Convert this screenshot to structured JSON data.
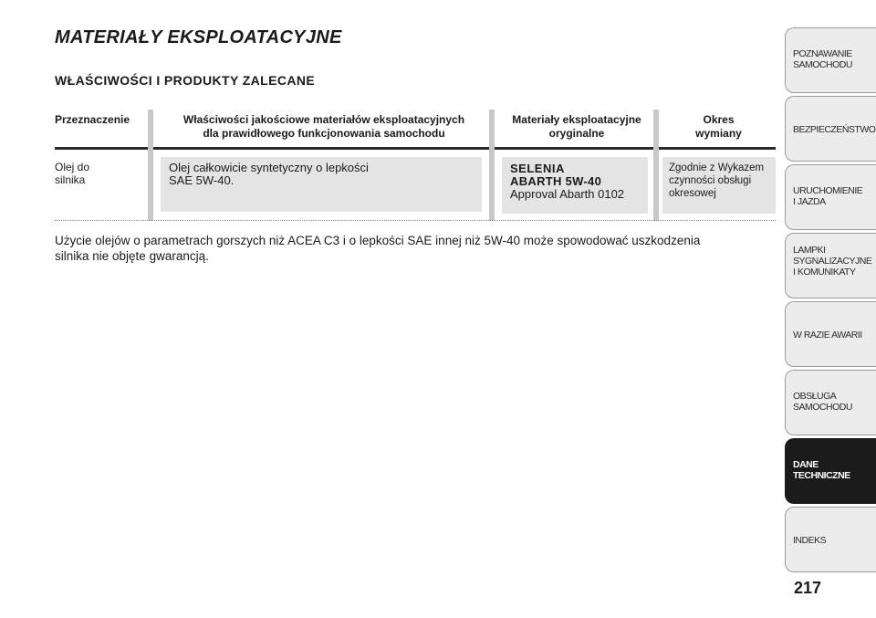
{
  "page_title": "MATERIAŁY EKSPLOATACYJNE",
  "section_title": "WŁAŚCIWOŚCI I PRODUKTY ZALECANE",
  "table": {
    "headers": {
      "purpose": "Przeznaczenie",
      "properties_line1": "Właściwości jakościowe materiałów eksploatacyjnych",
      "properties_line2": "dla prawidłowego funkcjonowania samochodu",
      "original_line1": "Materiały eksploatacyjne",
      "original_line2": "oryginalne",
      "interval_line1": "Okres",
      "interval_line2": "wymiany"
    },
    "row": {
      "purpose_line1": "Olej do",
      "purpose_line2": "silnika",
      "properties_line1": "Olej całkowicie syntetyczny o lepkości",
      "properties_line2": "SAE 5W-40.",
      "product_line1": "SELENIA",
      "product_line2": "ABARTH 5W-40",
      "product_line3": "Approval Abarth 0102",
      "interval_line1": "Zgodnie z Wykazem",
      "interval_line2": "czynności obsługi",
      "interval_line3": "okresowej"
    }
  },
  "note": "Użycie olejów o parametrach gorszych niż ACEA C3 i o lepkości SAE innej niż 5W-40 może spowodować uszkodzenia silnika nie objęte gwarancją.",
  "side_tabs": [
    {
      "label": "POZNAWANIE\nSAMOCHODU",
      "active": false
    },
    {
      "label": "BEZPIECZEŃSTWO",
      "active": false
    },
    {
      "label": "URUCHOMIENIE\nI JAZDA",
      "active": false
    },
    {
      "label": "LAMPKI\nSYGNALIZACYJNE\nI KOMUNIKATY",
      "active": false
    },
    {
      "label": "W RAZIE AWARII",
      "active": false
    },
    {
      "label": "OBSŁUGA\nSAMOCHODU",
      "active": false
    },
    {
      "label": "DANE\nTECHNICZNE",
      "active": true
    },
    {
      "label": "INDEKS",
      "active": false
    }
  ],
  "page_number": "217",
  "colors": {
    "active_tab": "#1b1b1b",
    "tab_bg": "#ececec",
    "cell_box": "#e4e4e4",
    "divider": "#c8c8c8"
  }
}
